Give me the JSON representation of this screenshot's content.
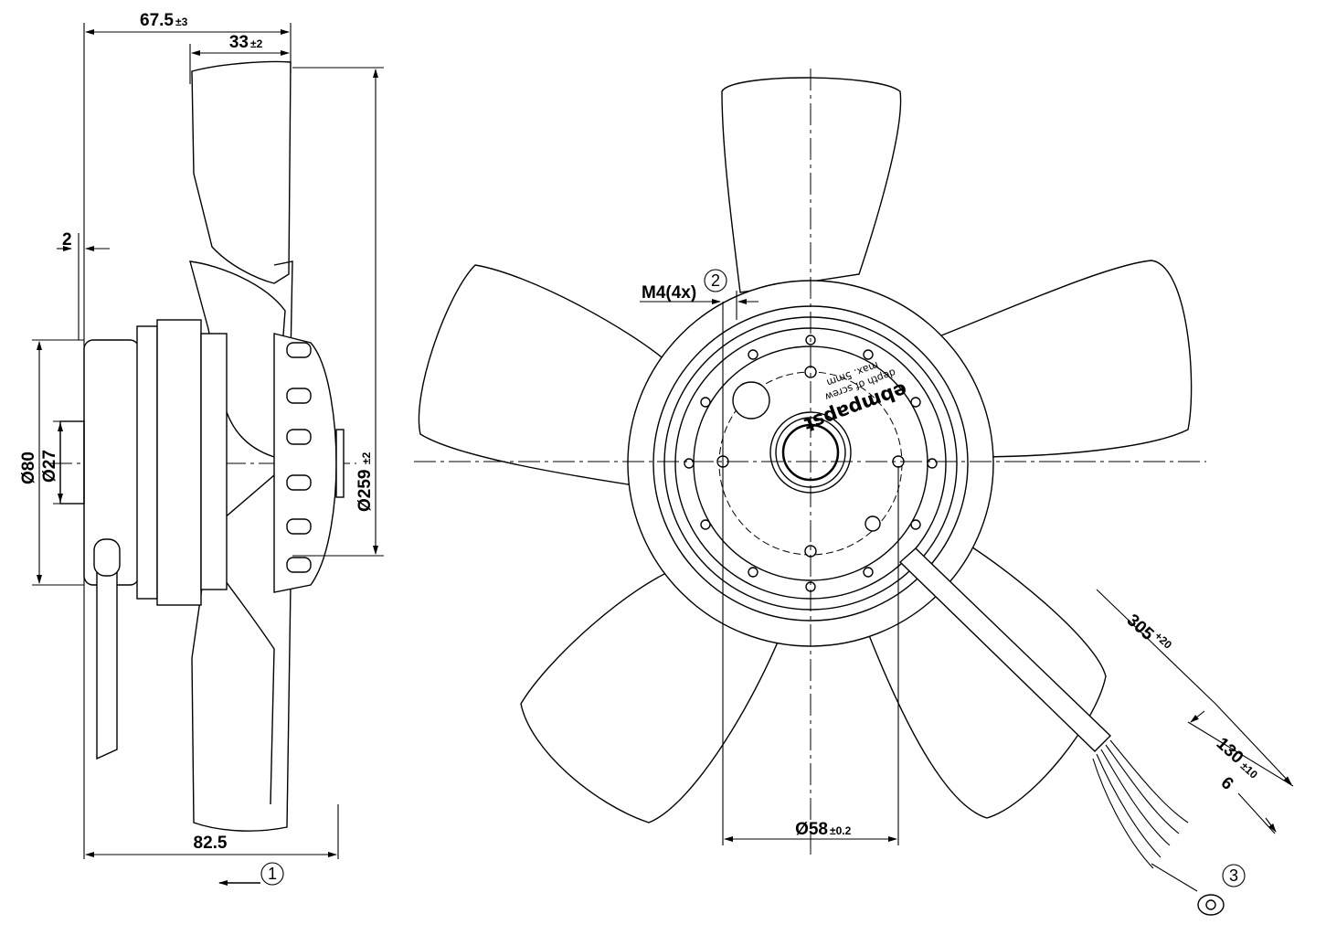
{
  "side_view": {
    "overall_depth": "67.5",
    "overall_depth_tol": "±3",
    "impeller_depth": "33",
    "impeller_depth_tol": "±2",
    "flange_offset": "2",
    "outer_diameter_label": "Ø80",
    "shaft_diameter_label": "Ø27",
    "fan_diameter": "Ø259",
    "fan_diameter_tol": "±2",
    "total_length": "82.5",
    "callout_airflow": "1"
  },
  "front_view": {
    "thread": "M4(4x)",
    "callout_thread": "2",
    "bolt_circle": "Ø58",
    "bolt_circle_tol": "±0.2",
    "cable_length": "305",
    "cable_length_tol": "+20",
    "lead_length": "130",
    "lead_length_tol": "±10",
    "strip_length": "6",
    "callout_cable": "3",
    "label_brand": "ebmpapst",
    "label_line1": "depth of screw",
    "label_line2": "max. 5mm"
  }
}
